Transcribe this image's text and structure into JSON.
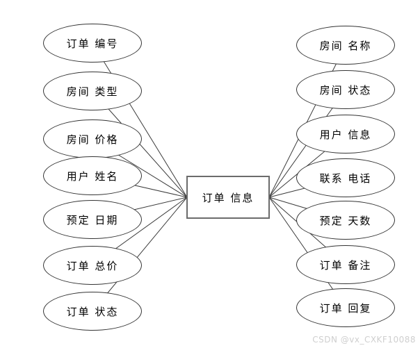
{
  "diagram": {
    "center": {
      "label": "订单 信息"
    },
    "left_attributes": [
      {
        "label": "订单 编号"
      },
      {
        "label": "房间 类型"
      },
      {
        "label": "房间 价格"
      },
      {
        "label": "用户 姓名"
      },
      {
        "label": "预定 日期"
      },
      {
        "label": "订单 总价"
      },
      {
        "label": "订单 状态"
      }
    ],
    "right_attributes": [
      {
        "label": "房间 名称"
      },
      {
        "label": "房间 状态"
      },
      {
        "label": "用户 信息"
      },
      {
        "label": "联系 电话"
      },
      {
        "label": "预定 天数"
      },
      {
        "label": "订单 备注"
      },
      {
        "label": "订单 回复"
      }
    ],
    "colors": {
      "line": "#3a3a3a",
      "ellipse_border": "#333333",
      "entity_border": "#6b6b6b",
      "text": "#000000",
      "watermark": "#cfcfcf"
    }
  },
  "watermark": {
    "text": "CSDN @vx_CXKF10088"
  }
}
